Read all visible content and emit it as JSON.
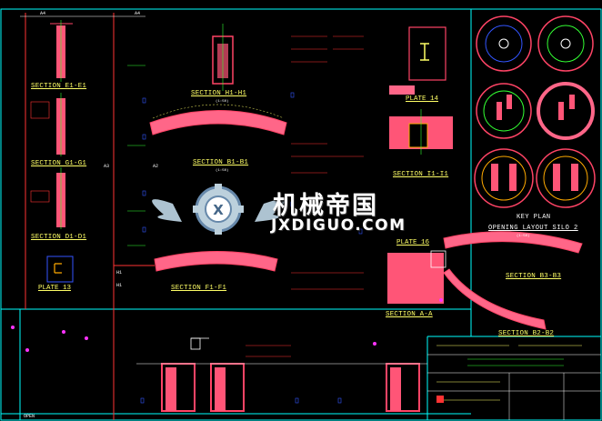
{
  "drawing": {
    "colors": {
      "background": "#000000",
      "border": "#00ffff",
      "steel": "#ff4466",
      "text": "#ffff66",
      "dimension": "#ff3333",
      "blue_marks": "#3355ff",
      "green_marks": "#33ff33",
      "magenta": "#ff33ff"
    },
    "sections": {
      "e1": "SECTION  E1-E1",
      "g1": "SECTION  G1-G1",
      "d1": "SECTION  D1-D1",
      "h1": "SECTION  H1-H1",
      "b1": "SECTION  B1-B1",
      "f1": "SECTION  F1-F1",
      "i1": "SECTION  I1-I1",
      "b3": "SECTION  B3-B3",
      "b2": "SECTION  B2-B2",
      "aa": "SECTION  A-A"
    },
    "plates": {
      "p13": "PLATE 13",
      "p14": "PLATE 14",
      "p16": "PLATE 16"
    },
    "key_plan": {
      "title": "KEY PLAN",
      "subtitle": "OPENING LAYOUT SILO 2"
    },
    "scale_note": "(1:50)",
    "axis_labels": {
      "a1": "A4",
      "a2": "A4",
      "a3": "A3",
      "a4": "A2",
      "h1": "H1",
      "h2": "H1"
    },
    "corner_label": "OPEN"
  },
  "watermark": {
    "chinese": "机械帝国",
    "english": "JXDIGUO.COM"
  }
}
